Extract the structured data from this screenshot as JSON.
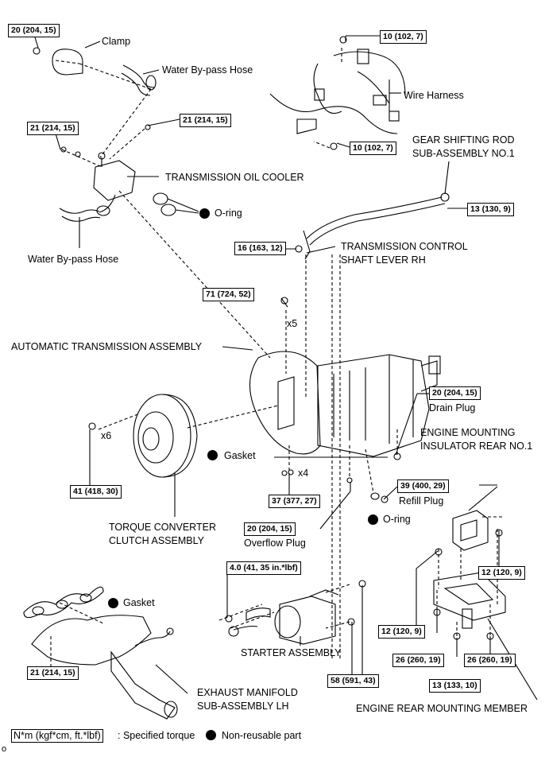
{
  "torque": {
    "clamp": "20 (204, 15)",
    "harness_top": "10 (102, 7)",
    "cooler_bolt_left": "21 (214, 15)",
    "cooler_bolt_right": "21 (214, 15)",
    "harness_bottom": "10 (102, 7)",
    "shift_rod": "13 (130, 9)",
    "control_lever": "16 (163, 12)",
    "trans_bolt": "71 (724, 52)",
    "drain_plug": "20 (204, 15)",
    "converter_bolt": "41 (418, 30)",
    "small_bolt": "37 (377, 27)",
    "refill_plug": "39 (400, 29)",
    "overflow_plug": "20 (204, 15)",
    "starter_nut": "4.0 (41, 35 in.*lbf)",
    "mount_right": "12 (120, 9)",
    "mount_left": "12 (120, 9)",
    "member_left": "26 (260, 19)",
    "member_right": "26 (260, 19)",
    "member_center": "13 (133, 10)",
    "manifold": "21 (214, 15)",
    "starter_bolts": "58 (591, 43)"
  },
  "labels": {
    "clamp": "Clamp",
    "water_hose_top": "Water By-pass Hose",
    "wire_harness": "Wire Harness",
    "oil_cooler": "TRANSMISSION OIL COOLER",
    "gear_rod_1": "GEAR SHIFTING ROD",
    "gear_rod_2": "SUB-ASSEMBLY NO.1",
    "oring_top": "O-ring",
    "water_hose_bottom": "Water By-pass Hose",
    "control_lever_1": "TRANSMISSION CONTROL",
    "control_lever_2": "SHAFT LEVER RH",
    "x5": "x5",
    "auto_trans": "AUTOMATIC TRANSMISSION ASSEMBLY",
    "drain_plug": "Drain Plug",
    "x6": "x6",
    "insulator_1": "ENGINE MOUNTING",
    "insulator_2": "INSULATOR REAR NO.1",
    "gasket_mid": "Gasket",
    "x4": "x4",
    "refill_plug": "Refill Plug",
    "oring_bottom": "O-ring",
    "torque_conv_1": "TORQUE CONVERTER",
    "torque_conv_2": "CLUTCH ASSEMBLY",
    "overflow_plug": "Overflow Plug",
    "gasket_manifold": "Gasket",
    "starter": "STARTER ASSEMBLY",
    "exhaust_1": "EXHAUST MANIFOLD",
    "exhaust_2": "SUB-ASSEMBLY LH",
    "rear_member": "ENGINE REAR MOUNTING MEMBER"
  },
  "legend": {
    "unit": "N*m (kgf*cm, ft.*lbf)",
    "specified": ": Specified torque",
    "non_reusable": "Non-reusable part"
  },
  "corner_code": "o"
}
